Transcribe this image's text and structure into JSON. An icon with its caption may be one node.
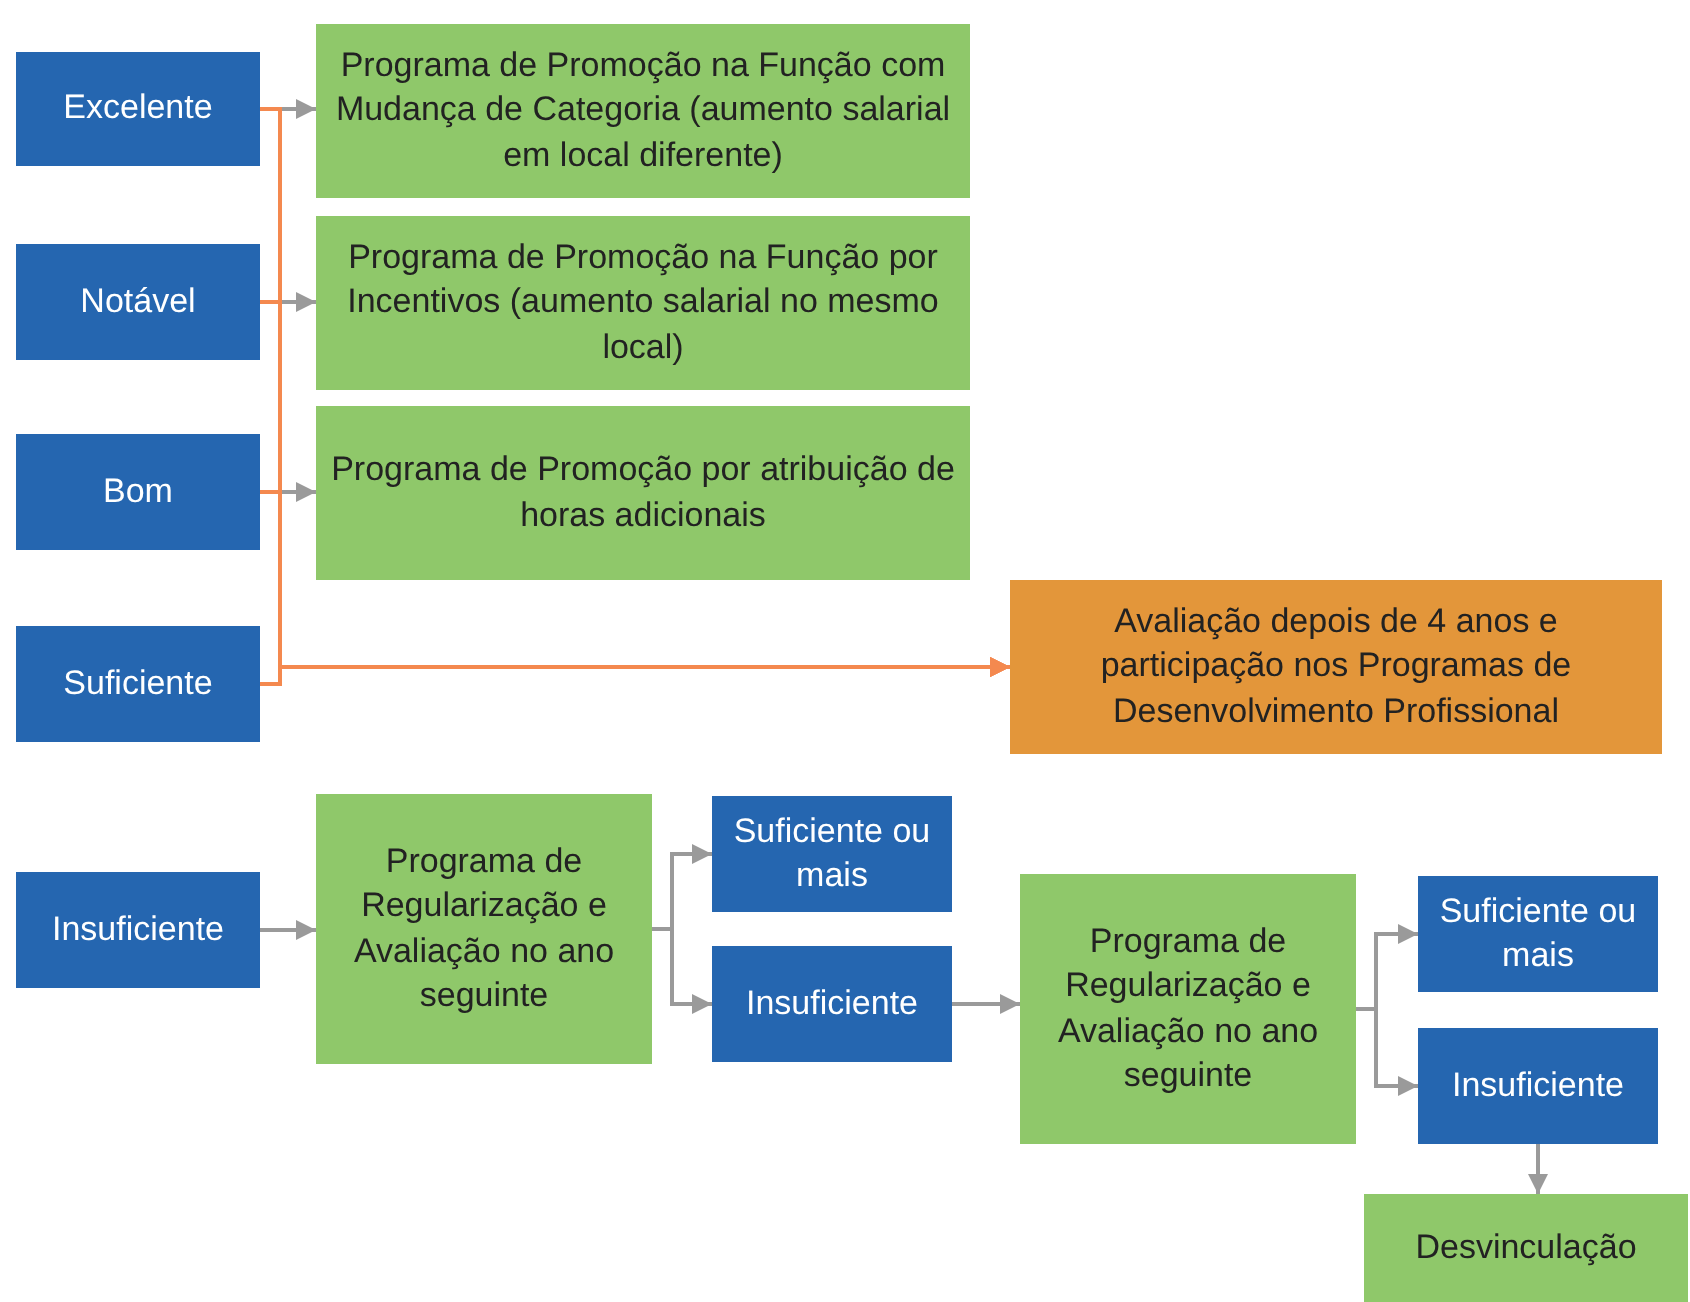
{
  "diagram": {
    "nodes": [
      {
        "text": [
          "Excelente"
        ]
      },
      {
        "text": [
          "Programa de Promoção na Função com Mudança de Categoria (aumento salarial em local diferente)"
        ]
      },
      {
        "text": [
          "Notável"
        ]
      },
      {
        "text": [
          "Programa de Promoção na Função por Incentivos (aumento salarial no mesmo local)"
        ]
      },
      {
        "text": [
          "Bom"
        ]
      },
      {
        "text": [
          "Programa de Promoção por atribuição de horas adicionais"
        ]
      },
      {
        "text": [
          "Suficiente"
        ]
      },
      {
        "text": [
          "Avaliação depois de 4 anos e participação nos Programas de Desenvolvimento Profissional"
        ]
      },
      {
        "text": [
          "Insuficiente"
        ]
      },
      {
        "text": [
          "Programa de Regularização e Avaliação no ano seguinte"
        ]
      },
      {
        "text": [
          "Suficiente ou mais"
        ]
      },
      {
        "text": [
          "Insuficiente"
        ]
      },
      {
        "text": [
          "Programa de Regularização e Avaliação no ano seguinte"
        ]
      },
      {
        "text": [
          "Suficiente ou mais"
        ]
      },
      {
        "text": [
          "Insuficiente"
        ]
      },
      {
        "text": [
          "Desvinculação"
        ]
      }
    ],
    "edges": [
      {
        "from": 0,
        "to": 1,
        "arrow": "to"
      },
      {
        "from": 2,
        "to": 3,
        "arrow": "to"
      },
      {
        "from": 4,
        "to": 5,
        "arrow": "to"
      },
      {
        "from": 0,
        "to": 7,
        "arrow": "to",
        "color": "#f4894f"
      },
      {
        "from": 2,
        "to": 7,
        "arrow": "to",
        "color": "#f4894f"
      },
      {
        "from": 4,
        "to": 7,
        "arrow": "to",
        "color": "#f4894f"
      },
      {
        "from": 6,
        "to": 7,
        "arrow": "to",
        "color": "#f4894f"
      },
      {
        "from": 8,
        "to": 9,
        "arrow": "to"
      },
      {
        "from": 9,
        "to": 10,
        "arrow": "to"
      },
      {
        "from": 9,
        "to": 11,
        "arrow": "to"
      },
      {
        "from": 11,
        "to": 12,
        "arrow": "to"
      },
      {
        "from": 12,
        "to": 13,
        "arrow": "to"
      },
      {
        "from": 12,
        "to": 14,
        "arrow": "to"
      },
      {
        "from": 14,
        "to": 15,
        "arrow": "to"
      }
    ]
  }
}
